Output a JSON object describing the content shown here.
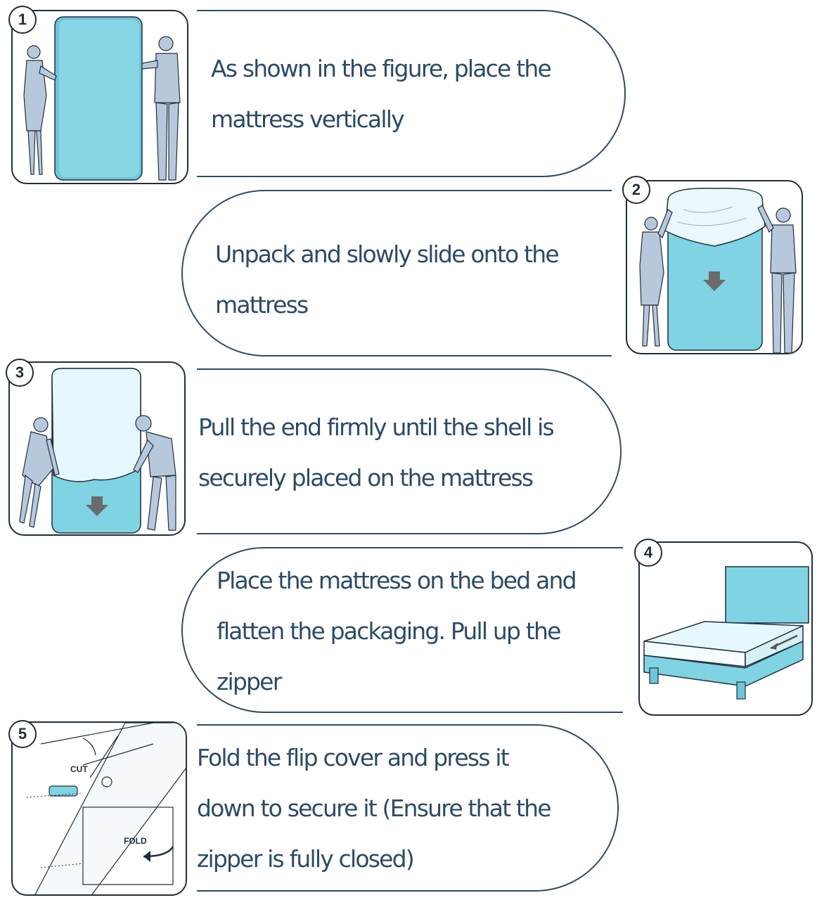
{
  "steps": [
    {
      "number": "1",
      "lines": [
        "As shown in the figure, place the",
        "mattress vertically"
      ]
    },
    {
      "number": "2",
      "lines": [
        "Unpack and slowly slide onto the",
        "mattress"
      ]
    },
    {
      "number": "3",
      "lines": [
        "Pull the end firmly until the shell is",
        "securely placed on the mattress"
      ]
    },
    {
      "number": "4",
      "lines": [
        "Place the mattress on the bed and",
        "flatten the packaging. Pull up the",
        "zipper"
      ]
    },
    {
      "number": "5",
      "lines": [
        "Fold the flip cover and press it",
        "down to secure it (Ensure that the",
        "zipper is fully closed)"
      ]
    }
  ],
  "figure5": {
    "cut_label": "CUT",
    "fold_label": "FOLD"
  },
  "colors": {
    "mattress": "#7fd3e3",
    "mattress_light": "#e6f8fb",
    "outline": "#1f2f3a",
    "text": "#2c4a66",
    "person": "#b8c8dc"
  }
}
